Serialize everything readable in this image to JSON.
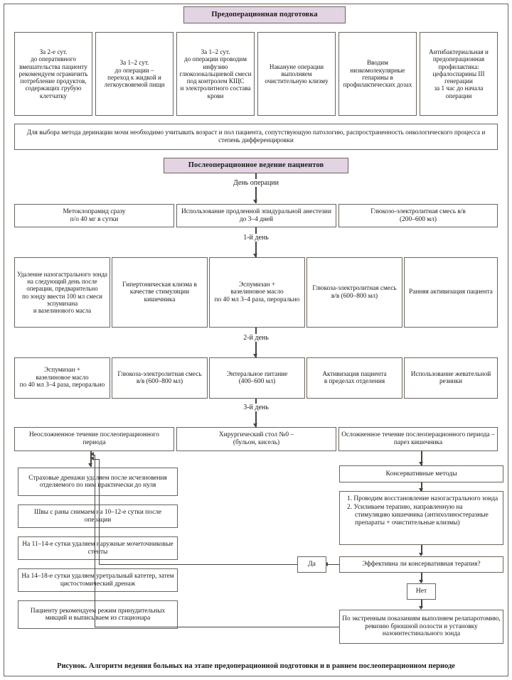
{
  "figure": {
    "caption": "Рисунок. Алгоритм ведения больных на этапе предоперационной подготовки и в раннем послеоперационном периоде",
    "accent_header_bg": "#e3d4e3",
    "line_color": "#4a4540",
    "border_color": "#6b645c"
  },
  "preop": {
    "header": "Предоперационная подготовка",
    "boxes": [
      "За 2-е сут.\nдо оперативного вмешательства пациенту рекомендуем ограничить потребление продуктов, содержащих грубую клетчатку",
      "За 1–2 сут.\nдо операции –\nпереход к жидкой и легкоусвояемой пищи",
      "За 1–2 сут.\nдо операции проводим инфузию глюкозокальциевой смеси\nпод контролем КЩС\nи электролитного состава крови",
      "Накануне операции выполняем очистительную клизму",
      "Вводим низкомолекулярные гепарины в профилактических дозах",
      "Антибактериальная и предоперационная профилактика: цефалоспарины III генерации\nза 1 час до начала операции"
    ]
  },
  "note": {
    "text": "Для выбора метода деринации мочи необходимо учитывать возраст и пол пациента, сопутствующую патологию, распространенность онкологического процесса и степень дифференцировки"
  },
  "postop": {
    "header": "Послеоперационное ведение пациентов",
    "day_labels": {
      "op_day": "День операции",
      "day1": "1-й день",
      "day2": "2-й день",
      "day3": "3-й день"
    },
    "op_day_boxes": [
      "Метоклопрамид сразу\nп/о 40 мг в сутки",
      "Использование продленной эпидуральной анестезии до 3–4 дней",
      "Глюкозо-электролитная смесь в/в\n(200–600 мл)"
    ],
    "day1_boxes": [
      "Удаление назогастрального зонда на следующий день после операции, предварительно\nпо зонду ввести 100 мл смеси эспумизана\nи вазелинового масла",
      "Гипертоническая клизма в качестве стимуляции кишечника",
      "Эспумизан +\nвазелиновое масло\nпо 40 мл 3–4 раза, перорально",
      "Глюкоза-электролитная смесь в/в (600–800 мл)",
      "Ранняя активизация пациента"
    ],
    "day2_boxes": [
      "Эспумизан +\nвазелиновое масло\nпо 40 мл 3–4 раза, перорально",
      "Глюкоза-электролитная смесь в/в (600–800 мл)",
      "Энтеральное питание\n(400–600 мл)",
      "Активизация пациента\nв пределах отделения",
      "Использование жевательной резинки"
    ],
    "day3_boxes": [
      "Неосложненное течение послеоперационного периода",
      "Хирургический стол №0 –\n(бульон, кисель)",
      "Осложненное течение послеоперационного периода – парез кишечника"
    ]
  },
  "uncomplicated": {
    "steps": [
      "Страховые дренажи удаляем после исчезновения отделяемого по ним практически до нуля",
      "Швы с раны снимаем на 10–12-е сутки после операции",
      "На 11–14-е сутки удаляем наружные мочеточниковые стенты",
      "На 14–18-е сутки удаляем уретральный катетер, затем цистостомический дренаж",
      "Пациенту рекомендуем режим принудительных микций и выписываем из стационара"
    ]
  },
  "complicated": {
    "conservative": "Консервативные методы",
    "measures": [
      "1. Проводим восстановление назогастрального зонда",
      "2. Усиливаем терапию, направленную на стимуляцию кишечника (антихолинэстеразные препараты + очистительные клизмы)"
    ],
    "decision": "Эффективна ли консервативная терапия?",
    "yes_label": "Да",
    "no_label": "Нет",
    "emergency": "По экстренным показаниям выполняем релапаротомию, ревизию брюшной полости и установку назоинтестинального зонда"
  }
}
